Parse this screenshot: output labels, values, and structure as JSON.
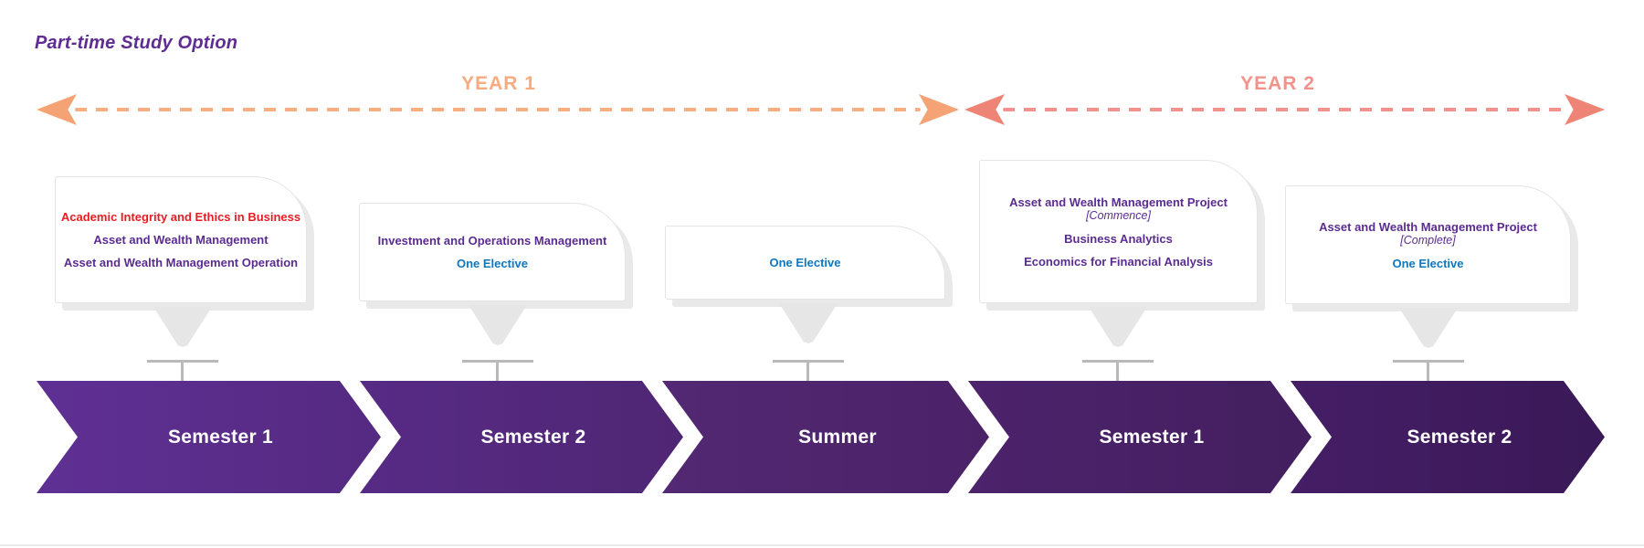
{
  "title": "Part-time Study Option",
  "timeline": [
    {
      "label": "YEAR 1"
    },
    {
      "label": "YEAR 2"
    }
  ],
  "columns": [
    {
      "semester": "Semester 1",
      "courses": [
        {
          "text": "Academic Integrity and Ethics in Business",
          "style": "red"
        },
        {
          "text": "Asset and Wealth Management",
          "style": "purple"
        },
        {
          "text": "Asset and Wealth Management Operation",
          "style": "purple"
        }
      ]
    },
    {
      "semester": "Semester 2",
      "courses": [
        {
          "text": "Investment and Operations Management",
          "style": "purple"
        },
        {
          "text": "One Elective",
          "style": "blue"
        }
      ]
    },
    {
      "semester": "Summer",
      "courses": [
        {
          "text": "One Elective",
          "style": "blue"
        }
      ]
    },
    {
      "semester": "Semester 1",
      "courses": [
        {
          "text": "Asset and Wealth Management Project",
          "style": "purple"
        },
        {
          "text": "[Commence]",
          "style": "purple-italic"
        },
        {
          "text": "Business Analytics",
          "style": "purple"
        },
        {
          "text": "Economics for Financial Analysis",
          "style": "purple"
        }
      ]
    },
    {
      "semester": "Semester 2",
      "courses": [
        {
          "text": "Asset and Wealth Management Project",
          "style": "purple"
        },
        {
          "text": "[Complete]",
          "style": "purple-italic"
        },
        {
          "text": "One Elective",
          "style": "blue"
        }
      ]
    }
  ],
  "palette": {
    "title_purple": "#5f2c91",
    "course_purple": "#5b2c90",
    "course_red": "#ec1c24",
    "course_blue": "#0f77c0",
    "year1_orange": "#f6ab80",
    "year2_salmon": "#f2938b",
    "chevron_purple_light": "#5f3094",
    "chevron_purple_dark": "#3a1957",
    "connector_gray": "#b9b9b9",
    "pointer_gray": "#e6e6e6"
  }
}
